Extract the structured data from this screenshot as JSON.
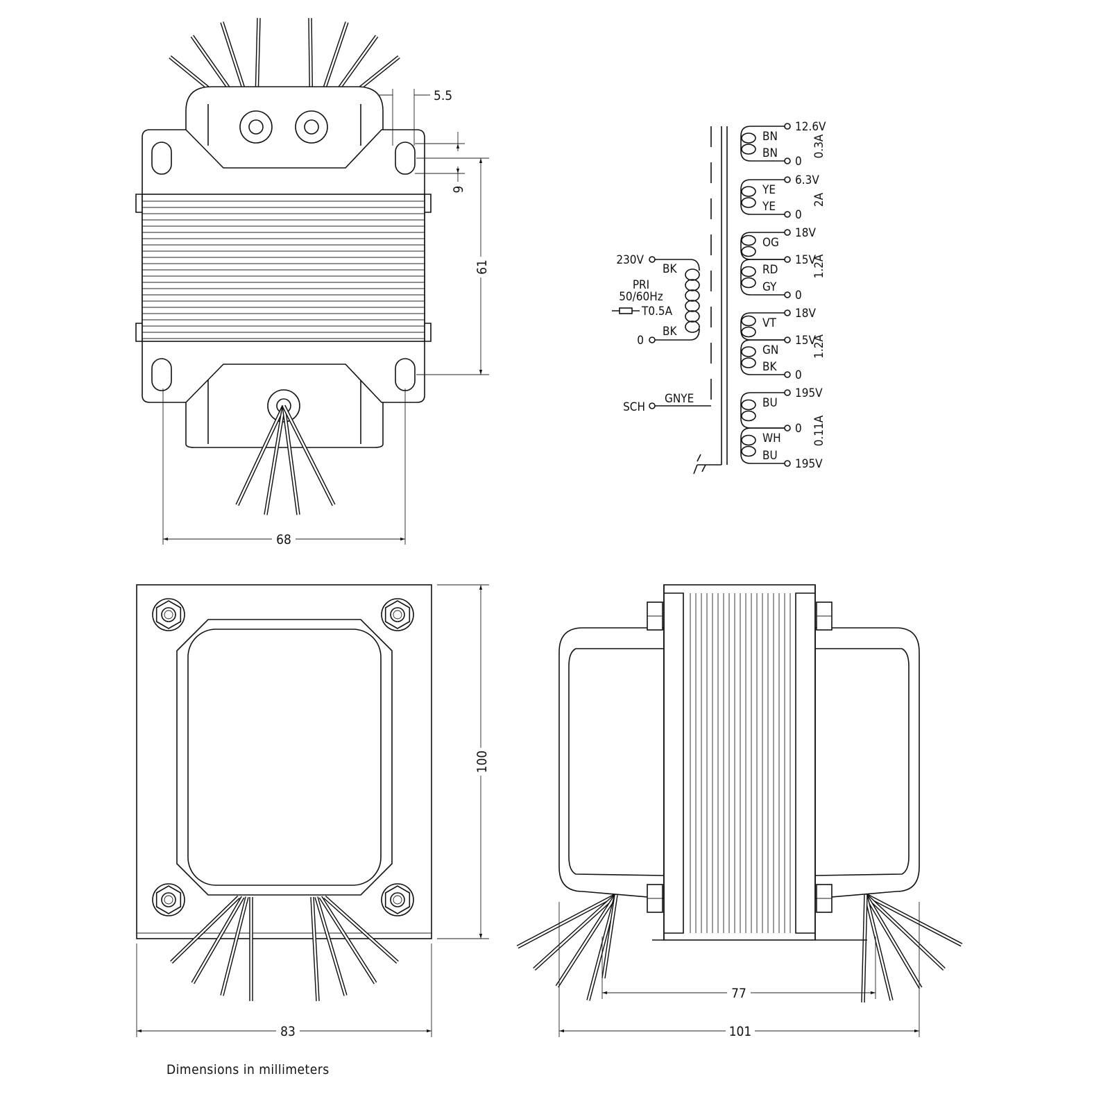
{
  "dimensions": {
    "top_width": "68",
    "top_hole_spacing": "61",
    "top_hole_height": "9",
    "top_slot_width": "5.5",
    "front_height": "100",
    "front_width": "83",
    "side_mount_spacing": "77",
    "side_width": "101"
  },
  "caption": "Dimensions in millimeters",
  "schematic": {
    "primary": {
      "top_terminal": "230V",
      "bottom_terminal": "0",
      "top_wire": "BK",
      "bottom_wire": "BK",
      "label": "PRI",
      "frequency": "50/60Hz",
      "fuse": "T0.5A"
    },
    "shield": {
      "terminal": "SCH",
      "wire": "GNYE"
    },
    "secondaries": [
      {
        "wires": [
          "BN",
          "BN"
        ],
        "taps": [
          "12.6V",
          "0"
        ],
        "current": "0.3A"
      },
      {
        "wires": [
          "YE",
          "YE"
        ],
        "taps": [
          "6.3V",
          "0"
        ],
        "current": "2A"
      },
      {
        "wires": [
          "OG",
          "RD",
          "GY"
        ],
        "taps": [
          "18V",
          "15V",
          "0"
        ],
        "current": "1.2A"
      },
      {
        "wires": [
          "VT",
          "GN",
          "BK"
        ],
        "taps": [
          "18V",
          "15V",
          "0"
        ],
        "current": "1.2A"
      },
      {
        "wires": [
          "BU",
          "WH",
          "BU"
        ],
        "taps": [
          "195V",
          "0",
          "195V"
        ],
        "current": "0.11A"
      }
    ]
  }
}
